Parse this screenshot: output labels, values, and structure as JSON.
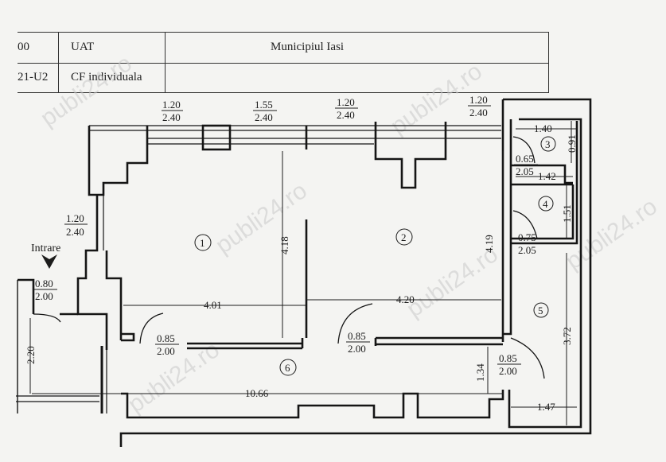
{
  "table": {
    "row1": {
      "code": "00",
      "label": "UAT",
      "value": "Municipiul Iasi"
    },
    "row2": {
      "code": "21-U2",
      "label": "CF individuala",
      "value": ""
    }
  },
  "plan": {
    "entrance_label": "Intrare",
    "rooms": [
      "1",
      "2",
      "3",
      "4",
      "5",
      "6"
    ],
    "window_dims": [
      {
        "w": "1.20",
        "h": "2.40"
      },
      {
        "w": "1.55",
        "h": "2.40"
      },
      {
        "w": "1.20",
        "h": "2.40"
      },
      {
        "w": "1.20",
        "h": "2.40"
      },
      {
        "w": "1.20",
        "h": "2.40"
      }
    ],
    "door_dims": [
      {
        "w": "0.80",
        "h": "2.00"
      },
      {
        "w": "0.85",
        "h": "2.00"
      },
      {
        "w": "0.85",
        "h": "2.00"
      },
      {
        "w": "0.85",
        "h": "2.00"
      },
      {
        "w": "0.65",
        "h": "2.05"
      },
      {
        "w": "0.75",
        "h": "2.05"
      }
    ],
    "lengths": [
      "4.18",
      "4.19",
      "4.01",
      "4.20",
      "10.66",
      "1.34",
      "2.20",
      "1.40",
      "0.91",
      "1.42",
      "1.51",
      "3.72",
      "1.47"
    ]
  },
  "watermark": "publi24.ro"
}
